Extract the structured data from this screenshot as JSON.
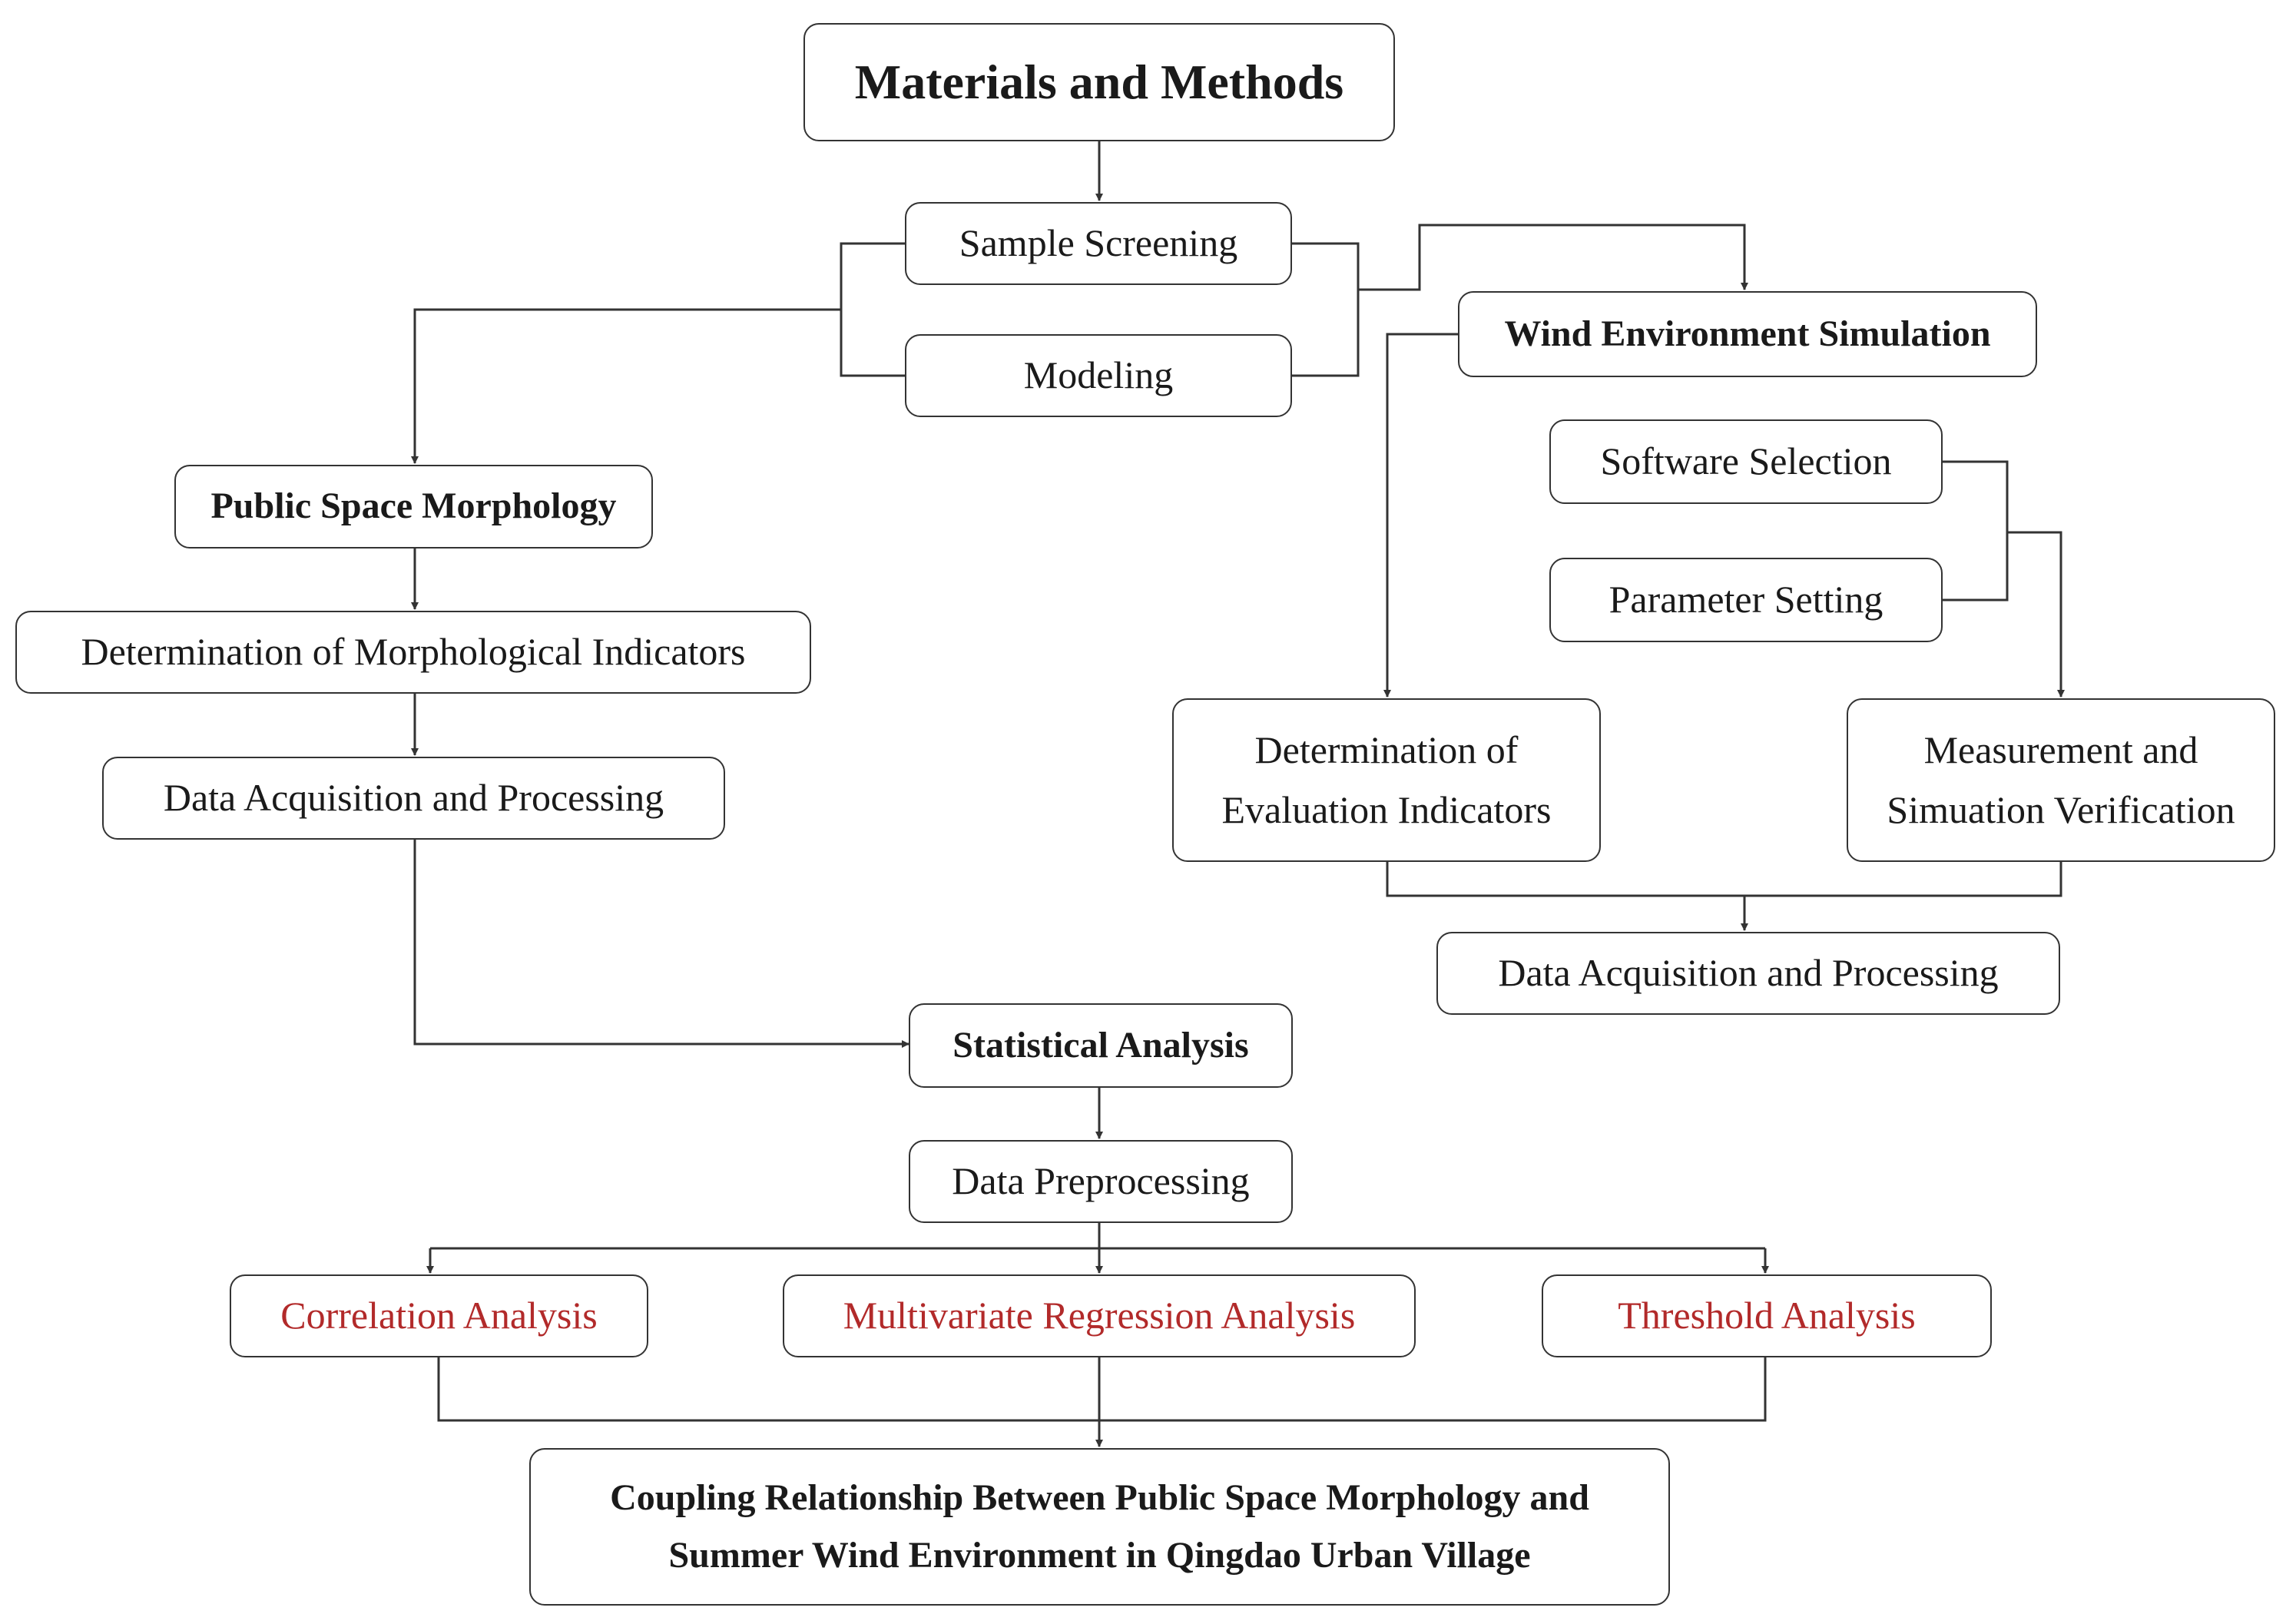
{
  "diagram": {
    "title": "Materials and Methods",
    "preparation": {
      "sample_screening": "Sample Screening",
      "modeling": "Modeling"
    },
    "morphology": {
      "title": "Public Space Morphology",
      "indicators": "Determination of Morphological Indicators",
      "data": "Data Acquisition and Processing"
    },
    "wind": {
      "title": "Wind Environment Simulation",
      "software": "Software Selection",
      "parameter": "Parameter Setting",
      "evaluation": [
        "Determination of",
        "Evaluation Indicators"
      ],
      "verification": [
        "Measurement and",
        "Simuation Verification"
      ],
      "data": "Data Acquisition and Processing"
    },
    "statistics": {
      "title": "Statistical Analysis",
      "preprocessing": "Data Preprocessing",
      "correlation": "Correlation Analysis",
      "regression": "Multivariate Regression Analysis",
      "threshold": "Threshold Analysis",
      "text_accent": "#b22a2a"
    },
    "conclusion": [
      "Coupling Relationship Between Public Space Morphology and",
      "Summer Wind Environment in Qingdao Urban Village"
    ]
  }
}
